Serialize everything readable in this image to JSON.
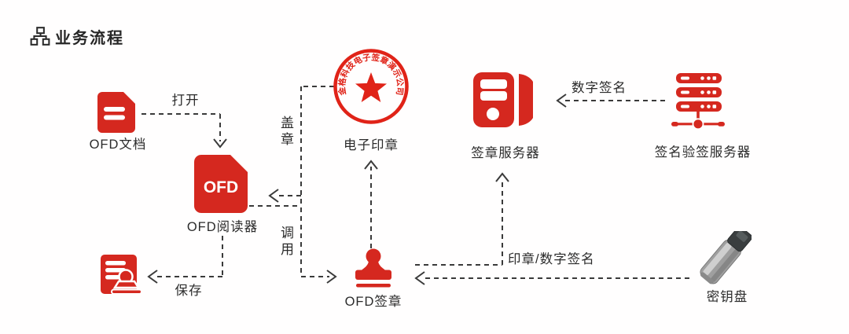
{
  "header": {
    "title": "业务流程"
  },
  "colors": {
    "icon_red": "#d5281f",
    "seal_red": "#e02318",
    "text": "#2b2b2b",
    "arrow": "#3a3a3a",
    "usb_body": "#9f9f9f",
    "usb_cap": "#3a3e3f"
  },
  "nodes": {
    "ofd_doc": {
      "label": "OFD文档"
    },
    "ofd_reader": {
      "label": "OFD阅读器",
      "icon_text": "OFD"
    },
    "e_seal": {
      "label": "电子印章",
      "seal_text": "金格科技电子签章演示公司"
    },
    "sign_server": {
      "label": "签章服务器"
    },
    "verify_server": {
      "label": "签名验签服务器"
    },
    "ofd_sign": {
      "label": "OFD签章"
    },
    "key_disk": {
      "label": "密钥盘"
    }
  },
  "edges": {
    "open": {
      "label": "打开"
    },
    "stamp": {
      "label": "盖章"
    },
    "invoke": {
      "label": "调用"
    },
    "digital_sign": {
      "label": "数字签名"
    },
    "seal_or_digital_sign": {
      "label": "印章/数字签名"
    },
    "save": {
      "label": "保存"
    }
  }
}
